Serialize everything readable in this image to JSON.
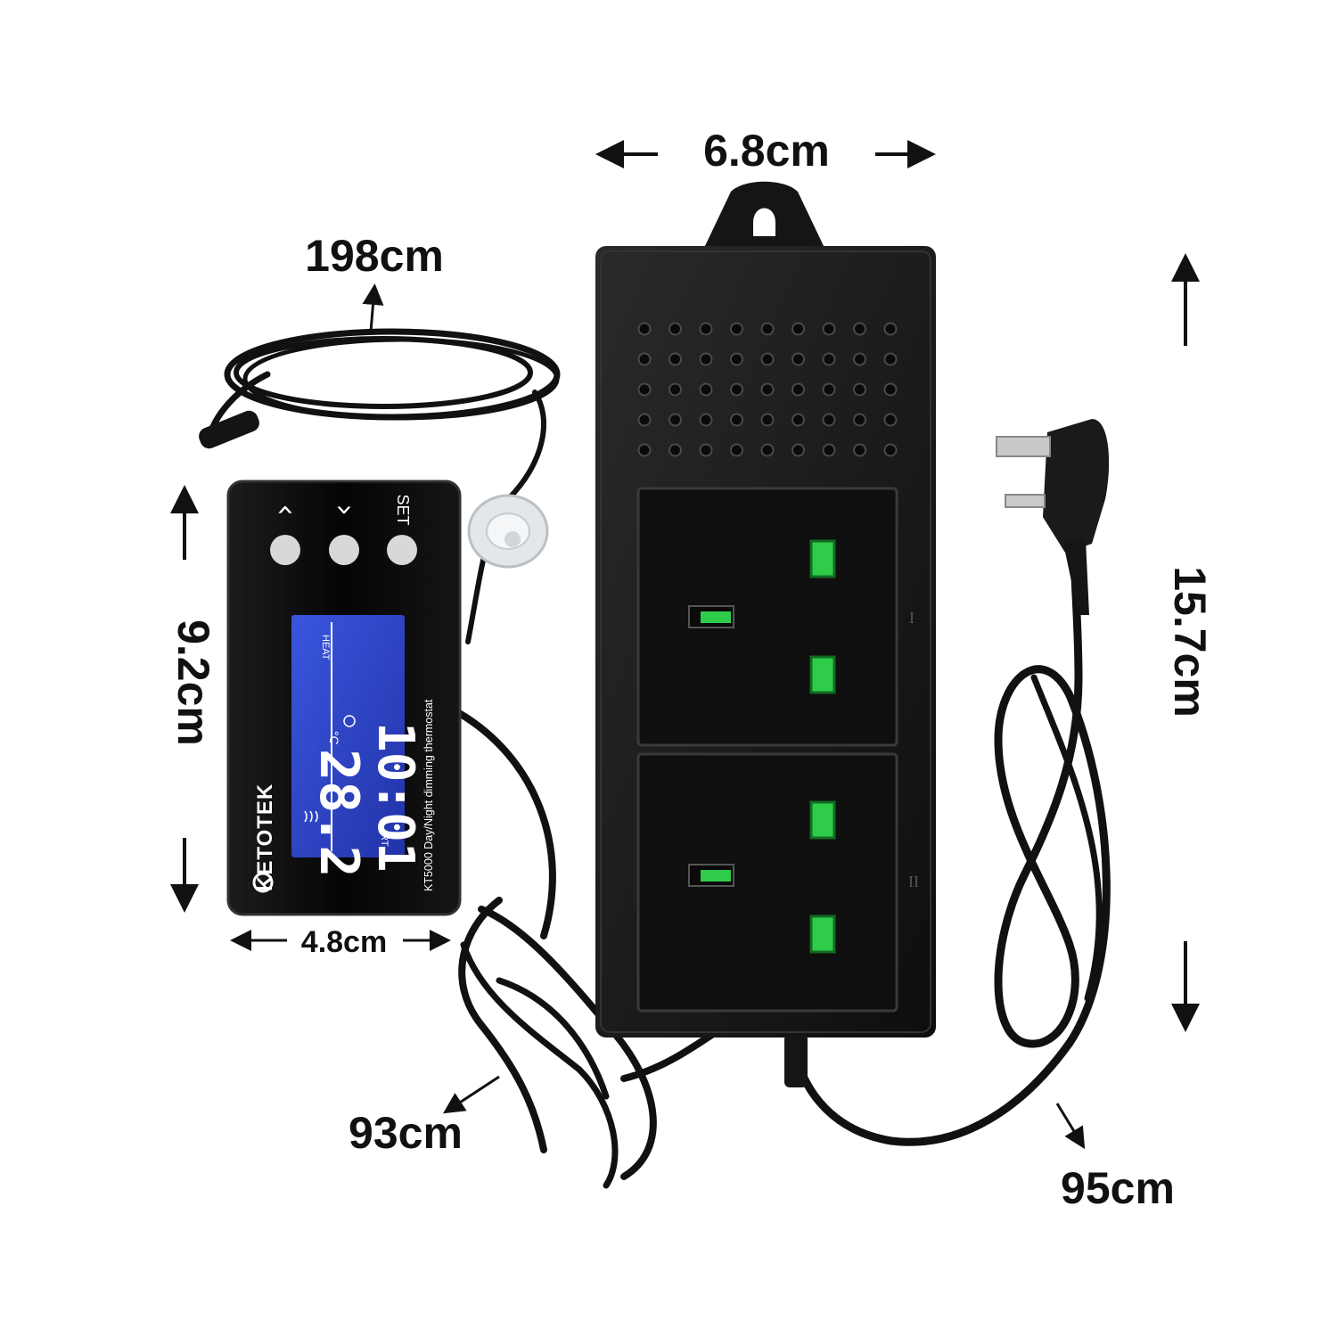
{
  "dimensions": {
    "socket_width": "6.8cm",
    "socket_height": "15.7cm",
    "probe_cable": "198cm",
    "controller_height": "9.2cm",
    "controller_width": "4.8cm",
    "controller_cable": "93cm",
    "power_cable": "95cm"
  },
  "controller": {
    "brand": "KETOTEK",
    "model_label": "KT5000  Day/Night dimming thermostat",
    "button_left_label": "‹",
    "button_right_label": "›",
    "button_set_label": "SET",
    "lcd": {
      "temperature": "28.2",
      "unit": "°C",
      "mode": "HEAT",
      "clock": "10:01",
      "rt_label": "RT"
    }
  },
  "socket": {
    "outlet_1_label": "I",
    "outlet_2_label": "II"
  },
  "colors": {
    "device_body": "#161616",
    "lcd_blue": "#2f47c9",
    "socket_green": "#2fcc4a"
  }
}
